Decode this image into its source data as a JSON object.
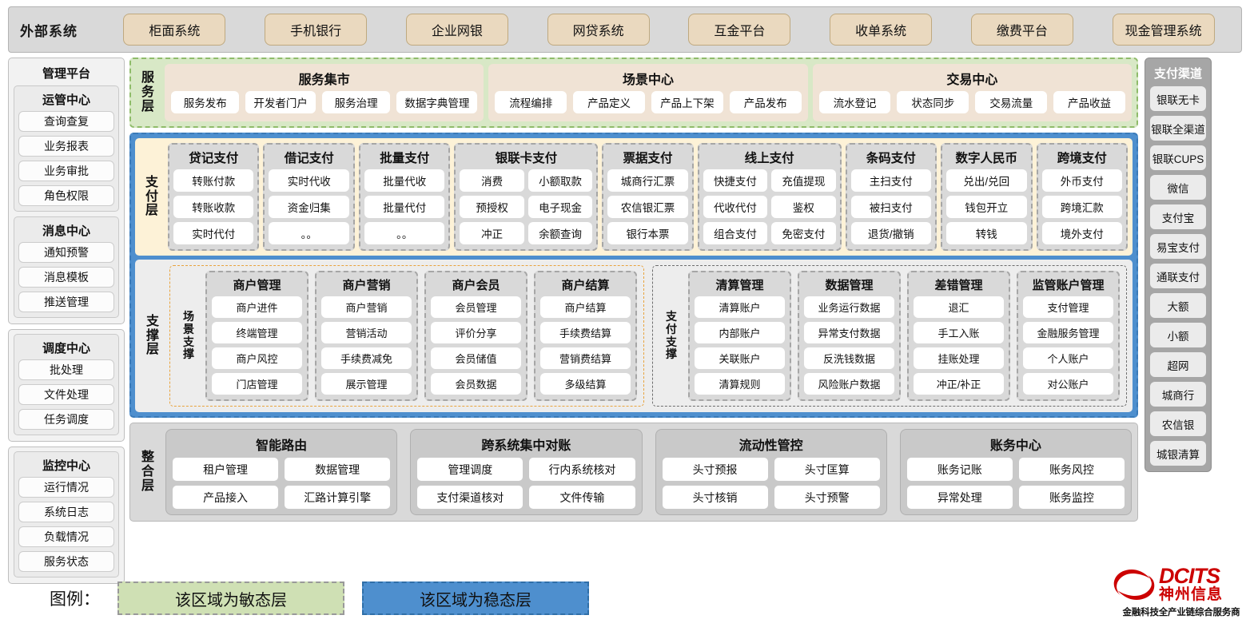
{
  "external": {
    "title": "外部系统",
    "items": [
      "柜面系统",
      "手机银行",
      "企业网银",
      "网贷系统",
      "互金平台",
      "收单系统",
      "缴费平台",
      "现金管理系统"
    ]
  },
  "management": {
    "title": "管理平台",
    "groups": [
      {
        "subgroups": [
          {
            "title": "运管中心",
            "items": [
              "查询查复",
              "业务报表",
              "业务审批",
              "角色权限"
            ]
          },
          {
            "title": "消息中心",
            "items": [
              "通知预警",
              "消息模板",
              "推送管理"
            ]
          }
        ]
      },
      {
        "subgroups": [
          {
            "title": "调度中心",
            "items": [
              "批处理",
              "文件处理",
              "任务调度"
            ]
          }
        ]
      },
      {
        "subgroups": [
          {
            "title": "监控中心",
            "items": [
              "运行情况",
              "系统日志",
              "负载情况",
              "服务状态"
            ]
          }
        ]
      }
    ]
  },
  "service_layer": {
    "label": "服务层",
    "boxes": [
      {
        "title": "服务集市",
        "items": [
          "服务发布",
          "开发者门户",
          "服务治理",
          "数据字典管理"
        ]
      },
      {
        "title": "场景中心",
        "items": [
          "流程编排",
          "产品定义",
          "产品上下架",
          "产品发布"
        ]
      },
      {
        "title": "交易中心",
        "items": [
          "流水登记",
          "状态同步",
          "交易流量",
          "产品收益"
        ]
      }
    ]
  },
  "payment_layer": {
    "label": "支付层",
    "groups": [
      {
        "title": "贷记支付",
        "cols": 1,
        "rows": [
          [
            "转账付款"
          ],
          [
            "转账收款"
          ],
          [
            "实时代付"
          ]
        ]
      },
      {
        "title": "借记支付",
        "cols": 1,
        "rows": [
          [
            "实时代收"
          ],
          [
            "资金归集"
          ],
          [
            "。。"
          ]
        ]
      },
      {
        "title": "批量支付",
        "cols": 1,
        "rows": [
          [
            "批量代收"
          ],
          [
            "批量代付"
          ],
          [
            "。。"
          ]
        ]
      },
      {
        "title": "银联卡支付",
        "cols": 2,
        "rows": [
          [
            "消费",
            "小额取款"
          ],
          [
            "预授权",
            "电子现金"
          ],
          [
            "冲正",
            "余额查询"
          ]
        ]
      },
      {
        "title": "票据支付",
        "cols": 1,
        "rows": [
          [
            "城商行汇票"
          ],
          [
            "农信银汇票"
          ],
          [
            "银行本票"
          ]
        ]
      },
      {
        "title": "线上支付",
        "cols": 2,
        "rows": [
          [
            "快捷支付",
            "充值提现"
          ],
          [
            "代收代付",
            "鉴权"
          ],
          [
            "组合支付",
            "免密支付"
          ]
        ]
      },
      {
        "title": "条码支付",
        "cols": 1,
        "rows": [
          [
            "主扫支付"
          ],
          [
            "被扫支付"
          ],
          [
            "退货/撤销"
          ]
        ]
      },
      {
        "title": "数字人民币",
        "cols": 1,
        "rows": [
          [
            "兑出/兑回"
          ],
          [
            "钱包开立"
          ],
          [
            "转钱"
          ]
        ]
      },
      {
        "title": "跨境支付",
        "cols": 1,
        "rows": [
          [
            "外币支付"
          ],
          [
            "跨境汇款"
          ],
          [
            "境外支付"
          ]
        ]
      }
    ]
  },
  "support_layer": {
    "label": "支撑层",
    "halves": [
      {
        "label": "场景支撑",
        "groups": [
          {
            "title": "商户管理",
            "items": [
              "商户进件",
              "终端管理",
              "商户风控",
              "门店管理"
            ]
          },
          {
            "title": "商户营销",
            "items": [
              "商户营销",
              "营销活动",
              "手续费减免",
              "展示管理"
            ]
          },
          {
            "title": "商户会员",
            "items": [
              "会员管理",
              "评价分享",
              "会员储值",
              "会员数据"
            ]
          },
          {
            "title": "商户结算",
            "items": [
              "商户结算",
              "手续费结算",
              "营销费结算",
              "多级结算"
            ]
          }
        ]
      },
      {
        "label": "支付支撑",
        "groups": [
          {
            "title": "清算管理",
            "items": [
              "清算账户",
              "内部账户",
              "关联账户",
              "清算规则"
            ]
          },
          {
            "title": "数据管理",
            "items": [
              "业务运行数据",
              "异常支付数据",
              "反洗钱数据",
              "风险账户数据"
            ]
          },
          {
            "title": "差错管理",
            "items": [
              "退汇",
              "手工入账",
              "挂账处理",
              "冲正/补正"
            ]
          },
          {
            "title": "监管账户管理",
            "items": [
              "支付管理",
              "金融服务管理",
              "个人账户",
              "对公账户"
            ]
          }
        ]
      }
    ]
  },
  "integration_layer": {
    "label": "整合层",
    "groups": [
      {
        "title": "智能路由",
        "rows": [
          [
            "租户管理",
            "数据管理"
          ],
          [
            "产品接入",
            "汇路计算引擎"
          ]
        ]
      },
      {
        "title": "跨系统集中对账",
        "rows": [
          [
            "管理调度",
            "行内系统核对"
          ],
          [
            "支付渠道核对",
            "文件传输"
          ]
        ]
      },
      {
        "title": "流动性管控",
        "rows": [
          [
            "头寸预报",
            "头寸匡算"
          ],
          [
            "头寸核销",
            "头寸预警"
          ]
        ]
      },
      {
        "title": "账务中心",
        "rows": [
          [
            "账务记账",
            "账务风控"
          ],
          [
            "异常处理",
            "账务监控"
          ]
        ]
      }
    ]
  },
  "channels": {
    "title": "支付渠道",
    "items": [
      "银联无卡",
      "银联全渠道",
      "银联CUPS",
      "微信",
      "支付宝",
      "易宝支付",
      "通联支付",
      "大额",
      "小额",
      "超网",
      "城商行",
      "农信银",
      "城银清算"
    ]
  },
  "legend": {
    "label": "图例：",
    "agile": "该区域为敏态层",
    "stable": "该区域为稳态层"
  },
  "logo": {
    "brand_en": "DCITS",
    "brand_cn": "神州信息",
    "tagline": "金融科技全产业链综合服务商"
  },
  "colors": {
    "agile_green": "#d8e8c6",
    "stable_blue": "#4e8fce",
    "payment_cream": "#fdf2d7",
    "external_chip": "#ead9bf",
    "brand_red": "#cc0000"
  }
}
